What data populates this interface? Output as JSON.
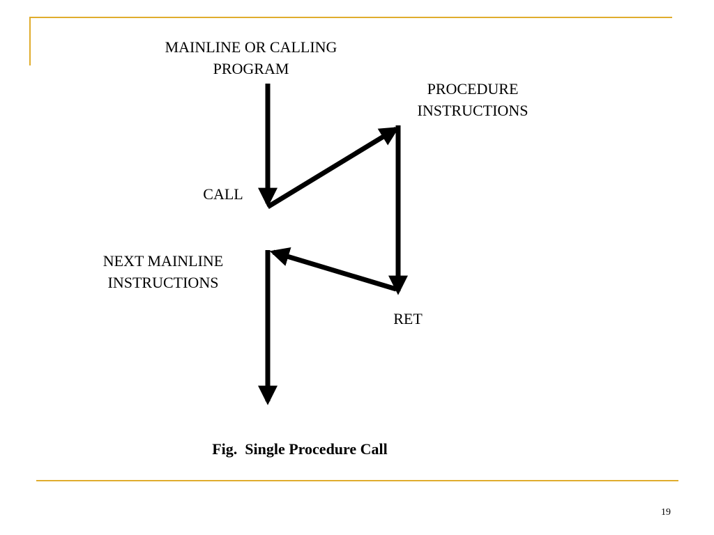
{
  "slide": {
    "accent_color": "#e0ac2c",
    "page_number": "19"
  },
  "diagram": {
    "labels": {
      "mainline_line1": "MAINLINE OR CALLING",
      "mainline_line2": "PROGRAM",
      "procedure_line1": "PROCEDURE",
      "procedure_line2": "INSTRUCTIONS",
      "call": "CALL",
      "next_line1": "NEXT MAINLINE",
      "next_line2": "INSTRUCTIONS",
      "ret": "RET"
    },
    "caption": "Fig.  Single Procedure Call",
    "arrow_color": "#000000"
  }
}
